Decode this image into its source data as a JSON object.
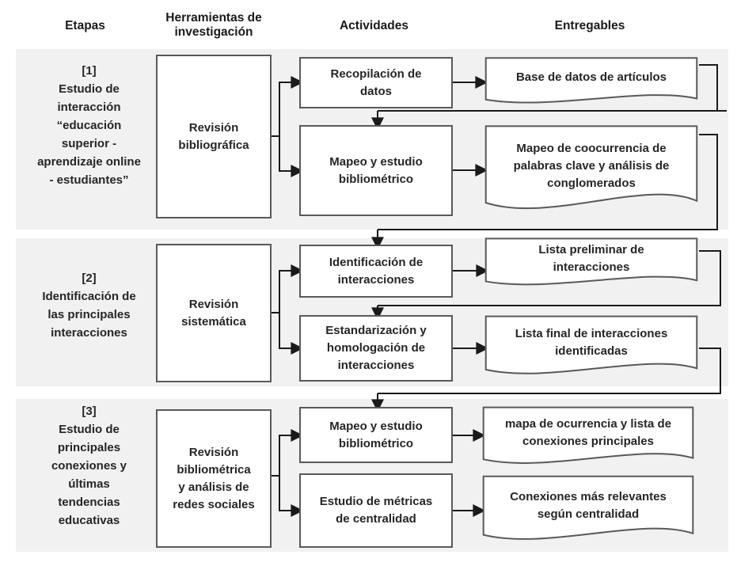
{
  "headers": [
    "Etapas",
    "Herramientas de\ninvestigación",
    "Actividades",
    "Entregables"
  ],
  "stages": [
    {
      "label": "[1]\nEstudio de\ninteracción\n“educación\nsuperior -\naprendizaje online\n- estudiantes”",
      "tool": "Revisión\nbibliográfica",
      "activities": [
        "Recopilación de\ndatos",
        "Mapeo y estudio\nbibliométrico"
      ],
      "deliverables": [
        "Base de datos de artículos",
        "Mapeo de coocurrencia de\npalabras clave y análisis de\nconglomerados"
      ]
    },
    {
      "label": "[2]\nIdentificación de\nlas principales\ninteracciones",
      "tool": "Revisión\nsistemática",
      "activities": [
        "Identificación de\ninteracciones",
        "Estandarización y\nhomologación de\ninteracciones"
      ],
      "deliverables": [
        "Lista preliminar de\ninteracciones",
        "Lista final de interacciones\nidentificadas"
      ]
    },
    {
      "label": "[3]\nEstudio de\nprincipales\nconexiones y\núltimas\ntendencias\neducativas",
      "tool": "Revisión\nbibliométrica\ny análisis de\nredes sociales",
      "activities": [
        "Mapeo y estudio\nbibliométrico",
        "Estudio de métricas\nde centralidad"
      ],
      "deliverables": [
        "mapa de ocurrencia y lista de\nconexiones principales",
        "Conexiones más relevantes\nsegún centralidad"
      ]
    }
  ],
  "colors": {
    "band": "#f1f1f1",
    "box_border": "#595959",
    "connector": "#1a1a1a",
    "text": "#262626",
    "background": "#ffffff"
  }
}
